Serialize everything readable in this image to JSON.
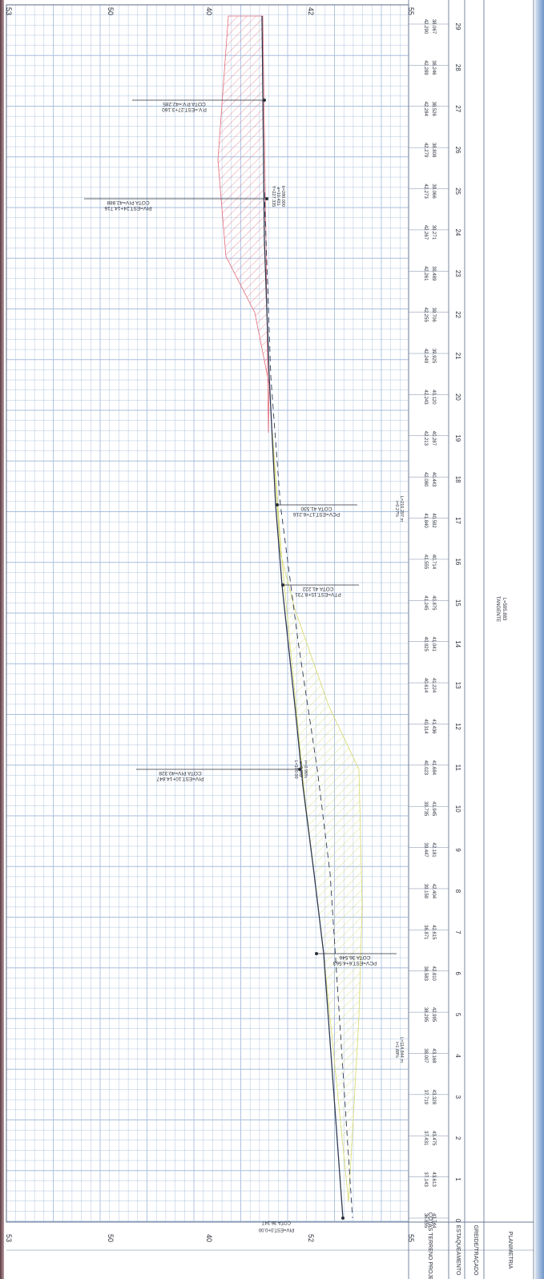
{
  "scale_top": [
    "53",
    "50",
    "40",
    "42",
    "55"
  ],
  "scale_bottom": [
    "53",
    "50",
    "40",
    "52",
    "55"
  ],
  "stations": [
    "29",
    "28",
    "27",
    "26",
    "25",
    "24",
    "23",
    "22",
    "21",
    "20",
    "19",
    "18",
    "17",
    "16",
    "15",
    "14",
    "13",
    "12",
    "11",
    "10",
    "9",
    "8",
    "7",
    "6",
    "5",
    "4",
    "3",
    "2",
    "1",
    "0"
  ],
  "cotas": [
    [
      "42.290",
      "38.067"
    ],
    [
      "42.289",
      "38.246"
    ],
    [
      "42.284",
      "38.526"
    ],
    [
      "42.279",
      "38.808"
    ],
    [
      "42.273",
      "39.066"
    ],
    [
      "42.267",
      "39.271"
    ],
    [
      "42.261",
      "39.489"
    ],
    [
      "42.255",
      "39.706"
    ],
    [
      "42.249",
      "39.925"
    ],
    [
      "42.243",
      "40.120"
    ],
    [
      "42.213",
      "40.287"
    ],
    [
      "42.080",
      "40.443"
    ],
    [
      "41.840",
      "40.592"
    ],
    [
      "41.555",
      "40.714"
    ],
    [
      "41.245",
      "40.875"
    ],
    [
      "40.925",
      "41.041"
    ],
    [
      "40.614",
      "41.224"
    ],
    [
      "40.314",
      "41.436"
    ],
    [
      "40.023",
      "41.684"
    ],
    [
      "39.735",
      "41.945"
    ],
    [
      "39.447",
      "42.181"
    ],
    [
      "39.159",
      "42.404"
    ],
    [
      "38.871",
      "42.615"
    ],
    [
      "38.583",
      "42.810"
    ],
    [
      "38.295",
      "42.995"
    ],
    [
      "38.007",
      "43.168"
    ],
    [
      "37.719",
      "43.328"
    ],
    [
      "37.431",
      "43.475"
    ],
    [
      "37.143",
      "43.613"
    ],
    [
      "36.855",
      "43.744"
    ]
  ],
  "annotations": {
    "pv_27": [
      "P.V.=EST.27+3.160",
      "COTA P.V.=42.285"
    ],
    "pv_24": [
      "PIV=EST.24+14.716",
      "COTA PIV=42.888"
    ],
    "curve_24": [
      "Y=227.335",
      "e=10.431",
      "k=280.000"
    ],
    "pcv_17": [
      "PCV=EST.17+6.216",
      "COTA 41.530"
    ],
    "ptv_15": [
      "PTV=EST.15+8.731",
      "COTA 41.222"
    ],
    "piv_10": [
      "PIV=EST.10+14.847",
      "COTA PIV=40.328"
    ],
    "curve_10": [
      "L=100.00",
      "e=0.352",
      "i=-0.96%"
    ],
    "pcv_6": [
      "PCV=EST.6+4.563",
      "COTA 36.546"
    ],
    "grade_17": [
      "i=0.27%",
      "L=216.297 m"
    ],
    "grade_4": [
      "i=1.88%",
      "L=114.844 m"
    ],
    "start": [
      "PIV=EST.0+0.00",
      "COTA 36.347"
    ]
  },
  "bottom_labels": [
    "COTAS TERRENO PROJETO",
    "ESTAQUEAMENTO",
    "GREIDE/TRAÇADO",
    "PLANIMETRIA"
  ],
  "planimetria_label": [
    "TANGENTE",
    "L=595.883"
  ],
  "colors": {
    "grid": "#a8bedd",
    "cut": "#e36b7a",
    "fill": "#d6d86b",
    "line": "#303a52"
  }
}
